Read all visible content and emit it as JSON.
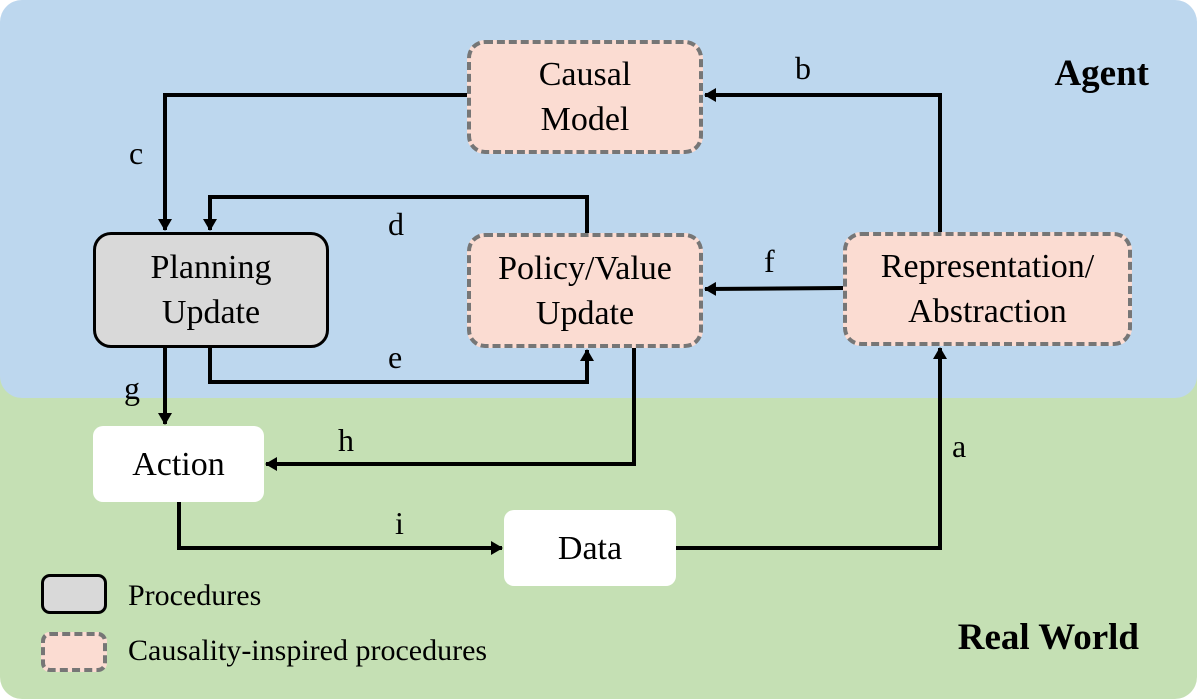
{
  "regions": {
    "agent": "Agent",
    "world": "Real World"
  },
  "nodes": {
    "causal_model": [
      "Causal",
      "Model"
    ],
    "planning_update": [
      "Planning",
      "Update"
    ],
    "policy_value_update": [
      "Policy/Value",
      "Update"
    ],
    "representation": [
      "Representation/",
      "Abstraction"
    ],
    "action": "Action",
    "data": "Data"
  },
  "edges": {
    "a": "a",
    "b": "b",
    "c": "c",
    "d": "d",
    "e": "e",
    "f": "f",
    "g": "g",
    "h": "h",
    "i": "i"
  },
  "legend": {
    "procedures": "Procedures",
    "causal_procedures": "Causality-inspired procedures"
  },
  "colors": {
    "agent_bg": "#bdd7ee",
    "world_bg": "#c5e0b4",
    "causal_fill": "#fbdcd2",
    "procedure_fill": "#d9d9d9",
    "dashed_border": "#767676"
  }
}
